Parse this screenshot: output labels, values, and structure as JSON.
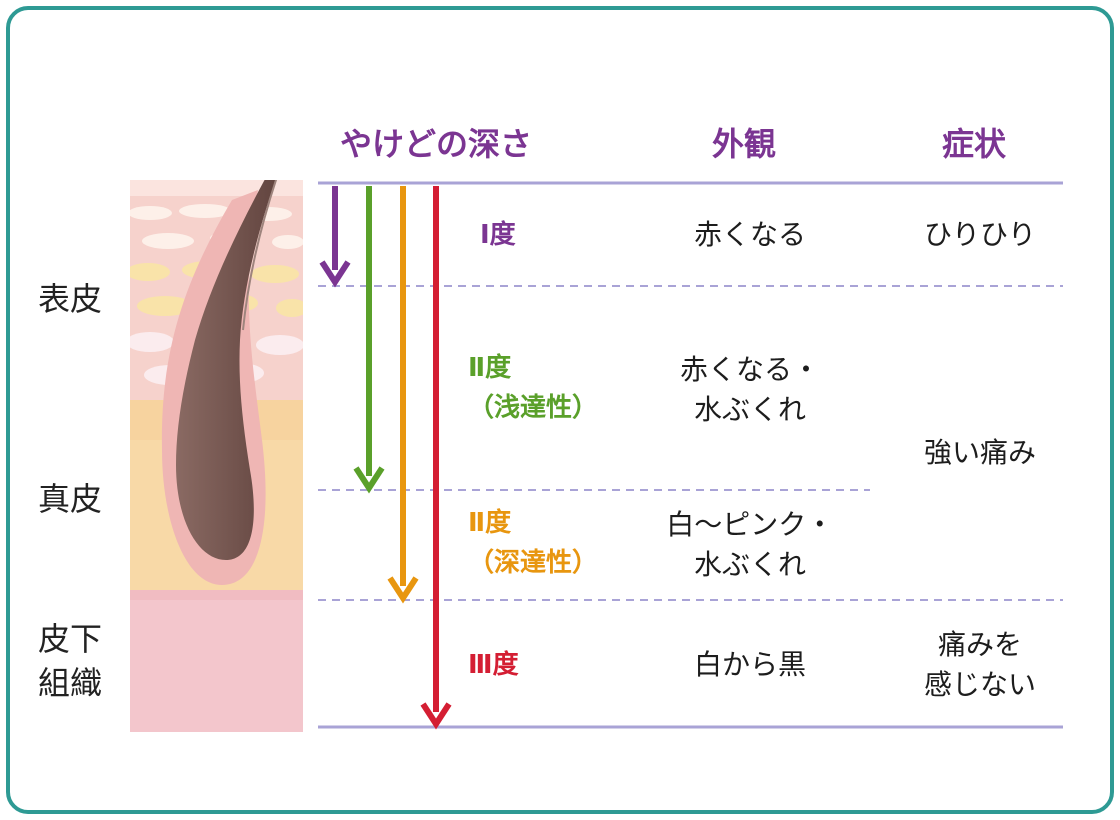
{
  "header": {
    "depth": "やけどの深さ",
    "appearance": "外観",
    "symptom": "症状"
  },
  "layers": {
    "epidermis": "表皮",
    "dermis": "真皮",
    "subcutaneous_line1": "皮下",
    "subcutaneous_line2": "組織"
  },
  "rows": [
    {
      "degree": "Ⅰ度",
      "degree_sub": "",
      "appearance_1": "赤くなる",
      "appearance_2": "",
      "symptom_1": "ひりひり",
      "symptom_2": ""
    },
    {
      "degree": "Ⅱ度",
      "degree_sub": "（浅達性）",
      "appearance_1": "赤くなる・",
      "appearance_2": "水ぶくれ",
      "symptom_1": "強い痛み",
      "symptom_2": ""
    },
    {
      "degree": "Ⅱ度",
      "degree_sub": "（深達性）",
      "appearance_1": "白〜ピンク・",
      "appearance_2": "水ぶくれ",
      "symptom_1": "",
      "symptom_2": ""
    },
    {
      "degree": "Ⅲ度",
      "degree_sub": "",
      "appearance_1": "白から黒",
      "appearance_2": "",
      "symptom_1": "痛みを",
      "symptom_2": "感じない"
    }
  ],
  "colors": {
    "frame": "#2e9a94",
    "first_degree": "#7b3592",
    "second_superficial": "#5aa02a",
    "second_deep": "#e8960f",
    "third_degree": "#d41e33",
    "rule": "#a9a3d6"
  }
}
